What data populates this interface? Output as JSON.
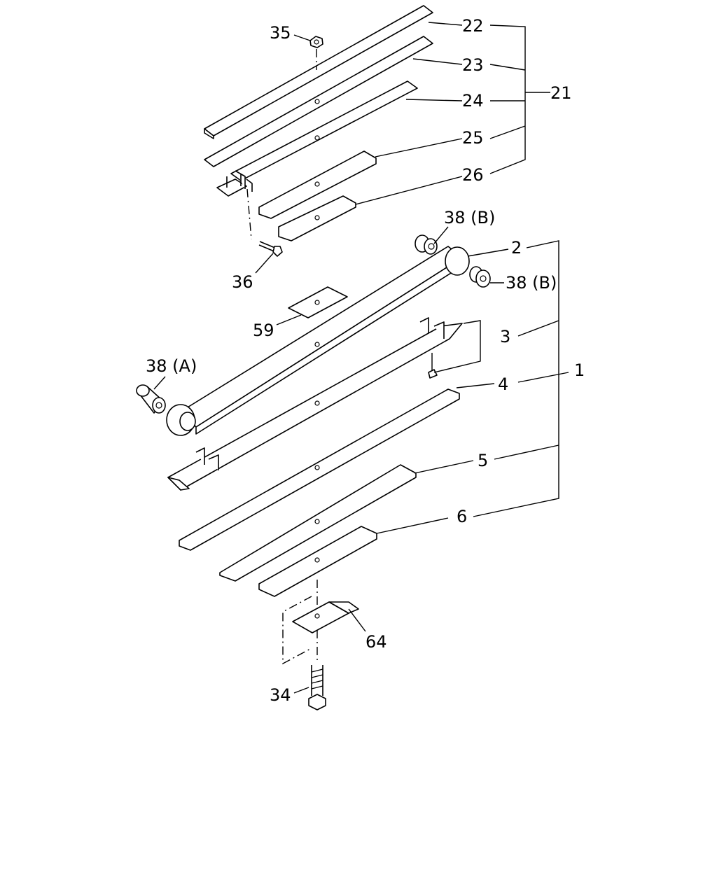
{
  "callouts": {
    "c22": "22",
    "c23": "23",
    "c24": "24",
    "c25": "25",
    "c26": "26",
    "c21": "21",
    "c35": "35",
    "c36": "36",
    "c38b_top": "38 (B)",
    "c38b_side": "38 (B)",
    "c38a": "38 (A)",
    "c2": "2",
    "c3": "3",
    "c4": "4",
    "c5": "5",
    "c6": "6",
    "c1": "1",
    "c59": "59",
    "c64": "64",
    "c34": "34"
  },
  "colors": {
    "line": "#000000",
    "background": "#ffffff"
  }
}
